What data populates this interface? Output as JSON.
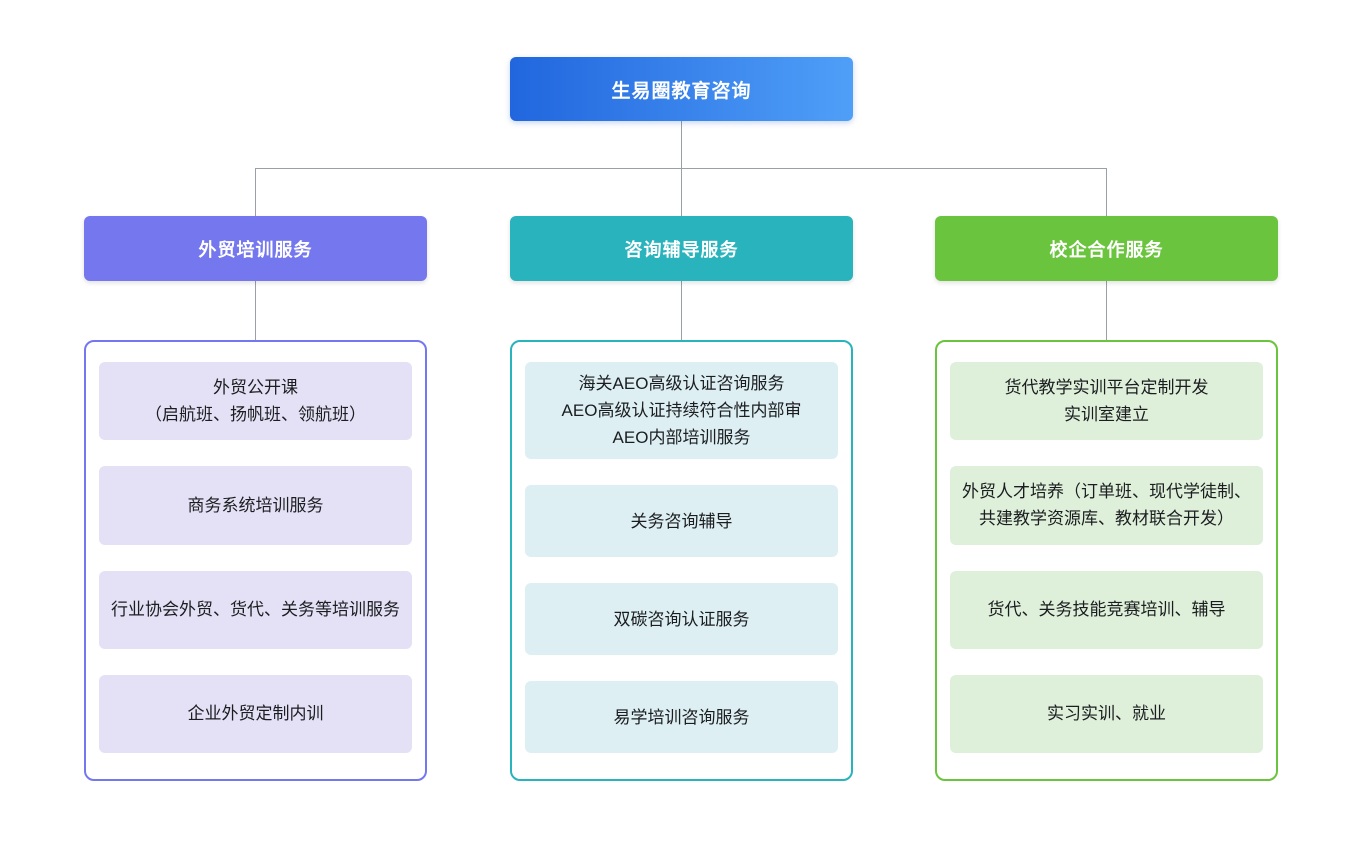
{
  "page": {
    "background": "#ffffff",
    "connector_color": "#98a0a8"
  },
  "root": {
    "label": "生易圈教育咨询",
    "gradient_from": "#2166de",
    "gradient_to": "#4f9ff8",
    "text_color": "#ffffff"
  },
  "branches": [
    {
      "label": "外贸培训服务",
      "color": "#7577ee",
      "item_bg": "#e4e1f6",
      "items": [
        {
          "text": "外贸公开课\n（启航班、扬帆班、领航班）"
        },
        {
          "text": "商务系统培训服务"
        },
        {
          "text": "行业协会外贸、货代、关务等培训服务"
        },
        {
          "text": "企业外贸定制内训"
        }
      ]
    },
    {
      "label": "咨询辅导服务",
      "color": "#29b3bd",
      "item_bg": "#ddeff3",
      "items": [
        {
          "text": "海关AEO高级认证咨询服务\nAEO高级认证持续符合性内部审\nAEO内部培训服务"
        },
        {
          "text": "关务咨询辅导"
        },
        {
          "text": "双碳咨询认证服务"
        },
        {
          "text": "易学培训咨询服务"
        }
      ]
    },
    {
      "label": "校企合作服务",
      "color": "#6bc43e",
      "item_bg": "#def0da",
      "items": [
        {
          "text": "货代教学实训平台定制开发\n实训室建立"
        },
        {
          "text": "外贸人才培养（订单班、现代学徒制、共建教学资源库、教材联合开发）"
        },
        {
          "text": "货代、关务技能竞赛培训、辅导"
        },
        {
          "text": "实习实训、就业"
        }
      ]
    }
  ]
}
